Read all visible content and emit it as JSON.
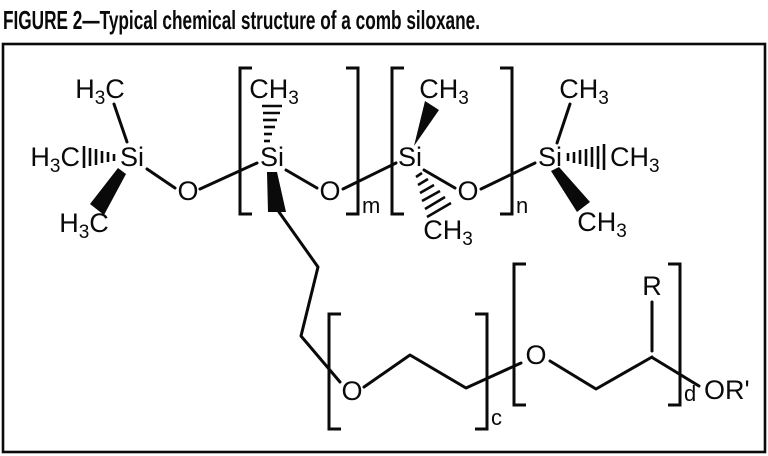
{
  "title": "FIGURE 2—Typical chemical structure of a comb siloxane.",
  "figure": {
    "atoms": {
      "si": "Si",
      "o": "O",
      "r": "R",
      "or_prime": "OR'"
    },
    "methyl": {
      "h": "H",
      "sub": "3",
      "c": "C"
    },
    "repeat_subscripts": {
      "m": "m",
      "n": "n",
      "c": "c",
      "d": "d"
    },
    "colors": {
      "ink": "#0a0a0a",
      "background": "#ffffff"
    }
  }
}
